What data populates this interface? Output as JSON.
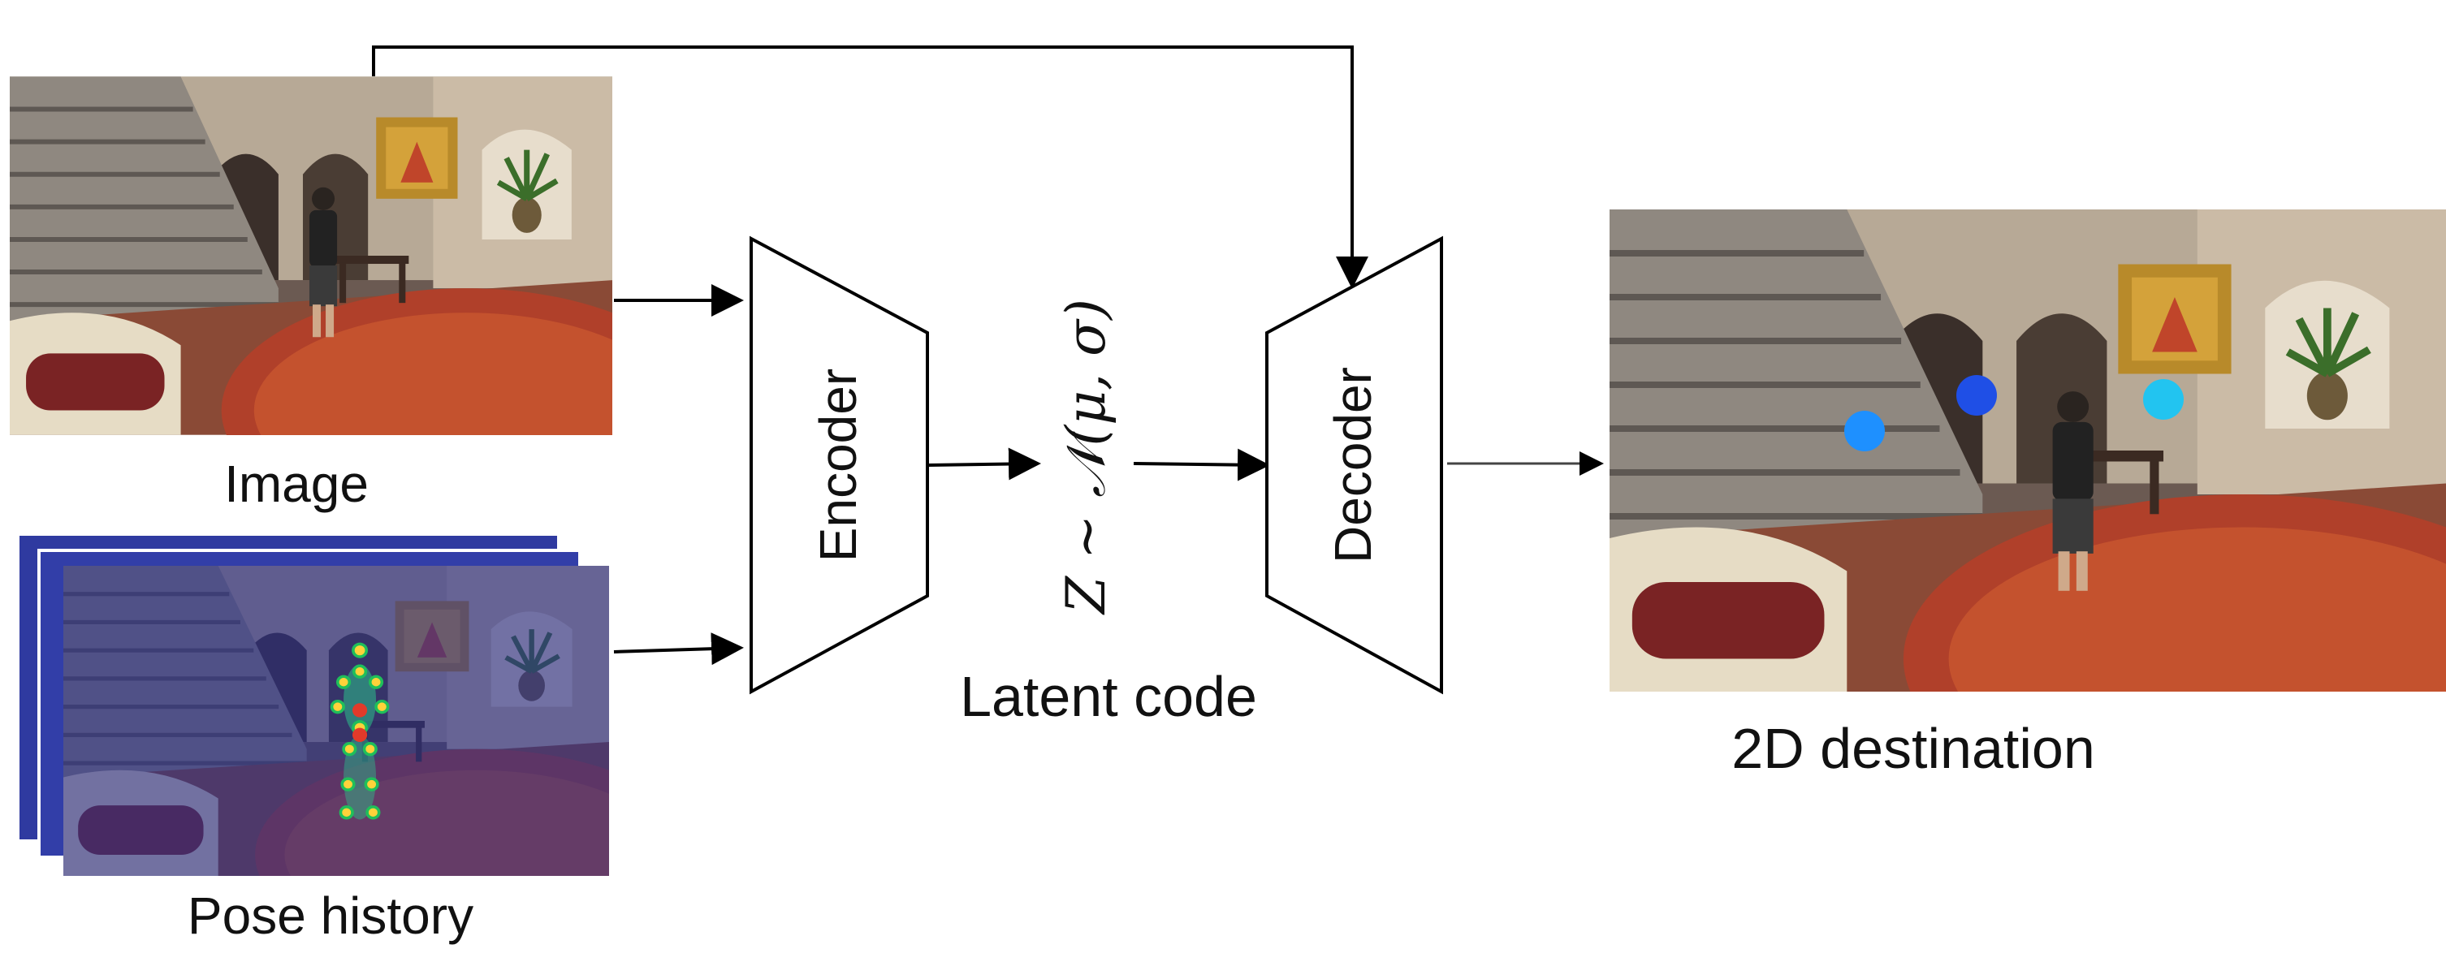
{
  "labels": {
    "image": "Image",
    "pose_history": "Pose history",
    "encoder": "Encoder",
    "decoder": "Decoder",
    "latent_formula": "Z ∼ 𝒩(μ, σ)",
    "latent_code": "Latent code",
    "destination": "2D destination"
  },
  "destination_markers": [
    {
      "name": "destination-marker-1",
      "color": "#1e90ff"
    },
    {
      "name": "destination-marker-2",
      "color": "#1f4fe6"
    },
    {
      "name": "destination-marker-3",
      "color": "#22c4f0"
    }
  ],
  "colors": {
    "stroke": "#000000",
    "pose_overlay": "#2a2f8a"
  }
}
